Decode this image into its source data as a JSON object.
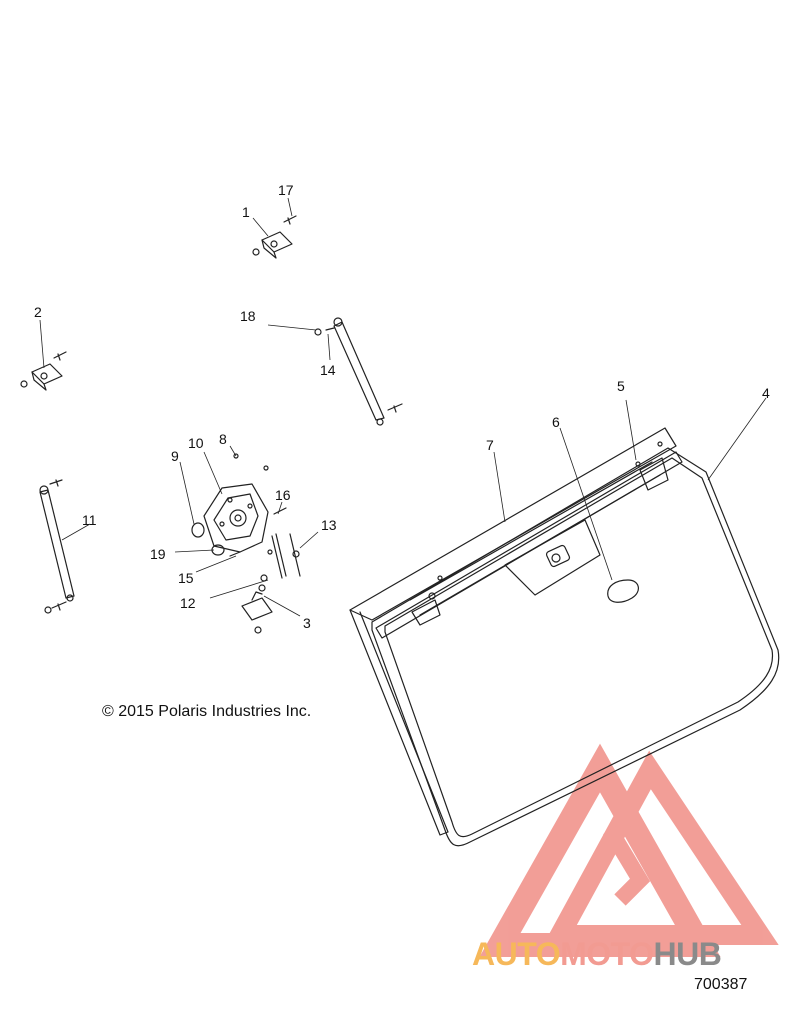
{
  "diagram": {
    "callouts": [
      "1",
      "2",
      "3",
      "4",
      "5",
      "6",
      "7",
      "8",
      "9",
      "10",
      "11",
      "12",
      "13",
      "14",
      "15",
      "16",
      "17",
      "18",
      "19"
    ],
    "copyright": "© 2015 Polaris Industries Inc.",
    "diagram_id": "700387"
  },
  "watermark": {
    "part_a": "AUTO",
    "part_b": "MOTO",
    "part_c": "HUB",
    "color_a": "#f6b85a",
    "color_b": "#f29b92",
    "color_c": "#8a8a8a"
  },
  "colors": {
    "line": "#222222",
    "watermark_logo": "#f08e86"
  }
}
